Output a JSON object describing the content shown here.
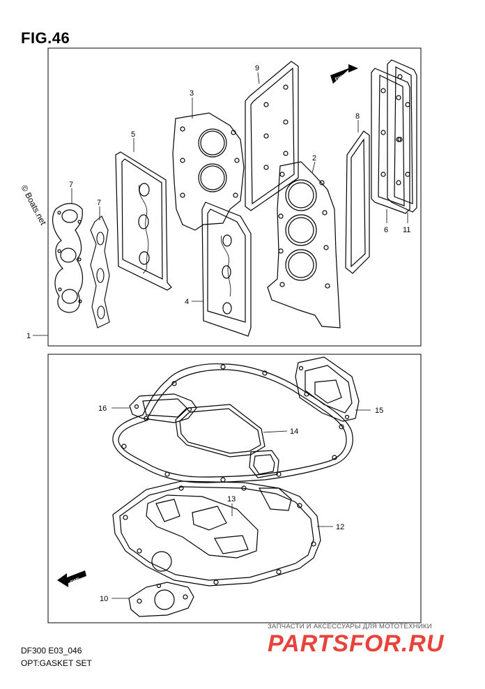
{
  "figure": {
    "title": "FIG.46"
  },
  "callouts": {
    "c1": "1",
    "c2": "2",
    "c3": "3",
    "c4": "4",
    "c5": "5",
    "c6": "6",
    "c7a": "7",
    "c7b": "7",
    "c8": "8",
    "c9": "9",
    "c10": "10",
    "c11": "11",
    "c12": "12",
    "c13": "13",
    "c14": "14",
    "c15": "15",
    "c16": "16"
  },
  "arrows": {
    "fwd_top": "FWD",
    "fwd_bottom": "FWD"
  },
  "copyright": {
    "text": "© Boats.net"
  },
  "footer": {
    "code": "DF300 E03_046",
    "caption": "OPT:GASKET SET"
  },
  "watermark": {
    "tagline": "ЗАПЧАСТИ И АКСЕССУАРЫ ДЛЯ МОТОТЕХНИКИ",
    "brand": "PARTSFOR.RU",
    "color": "#e8433a"
  }
}
